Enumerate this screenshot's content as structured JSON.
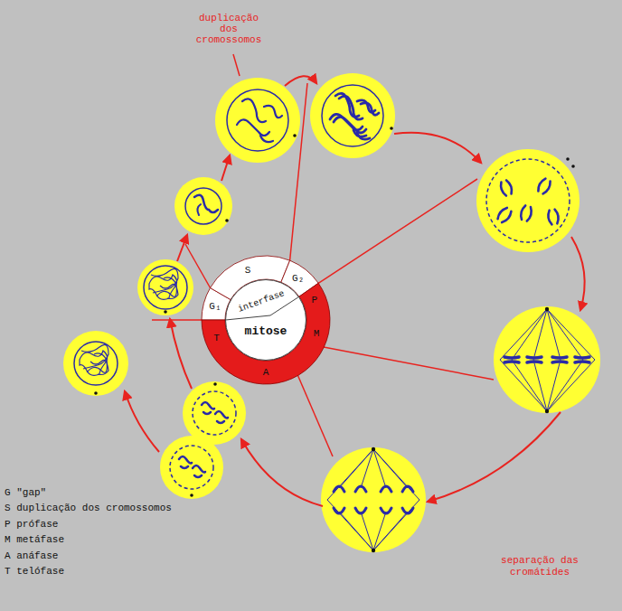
{
  "diagram": {
    "nodes": [
      {
        "text": [
          "S",
          "G₂",
          "G₁",
          "P",
          "M",
          "A",
          "T"
        ]
      },
      {
        "text": [
          "interfase",
          "mitose"
        ],
        "in": 0
      }
    ],
    "labels": [
      "duplicação dos cromossomos",
      "separação das cromátides",
      "G \"gap\"",
      "S duplicação dos cromossomos",
      "P prófase",
      "M metáfase",
      "A anáfase",
      "T telófase"
    ]
  }
}
